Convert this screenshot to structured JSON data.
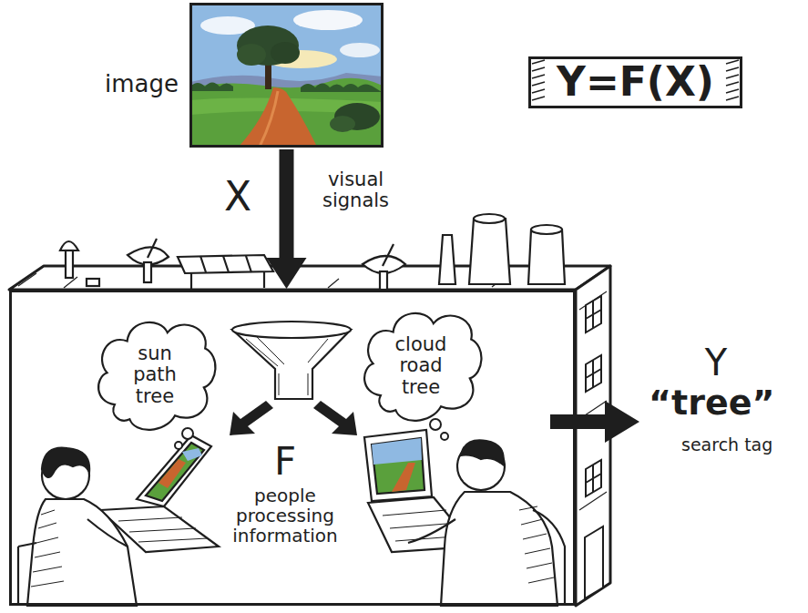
{
  "diagram": {
    "nodes": [
      {
        "text": [
          "image"
        ]
      },
      {
        "text": [
          "Y=F(X)"
        ]
      },
      {
        "text": [
          "F",
          "people processing information"
        ]
      },
      {
        "text": [
          "sun path tree"
        ],
        "in": 2
      },
      {
        "text": [
          "cloud road tree"
        ],
        "in": 2
      }
    ],
    "edges": [
      {
        "from": 0,
        "to": 2,
        "arrow": "to"
      }
    ],
    "labels": [
      "X",
      "visual signals",
      "Y",
      "“tree”",
      "search tag"
    ]
  }
}
